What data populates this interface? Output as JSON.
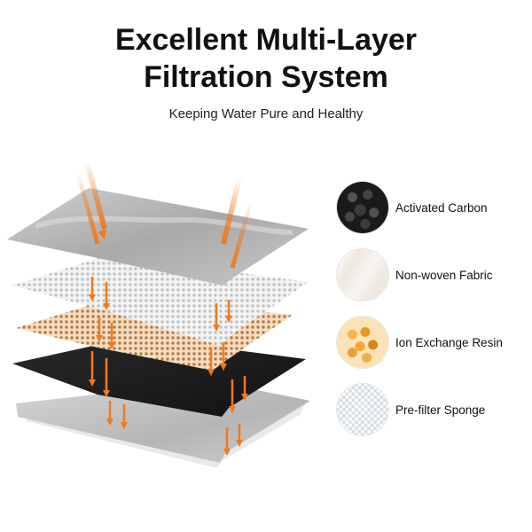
{
  "title": {
    "line1": "Excellent Multi-Layer",
    "line2": "Filtration System"
  },
  "subtitle": "Keeping Water Pure and Healthy",
  "colors": {
    "arrow": "#f07a1e",
    "layer_top": "#b9b9b9",
    "layer_mesh_white": "#e4e4e4",
    "layer_mesh_orange": "#e9b27a",
    "layer_carbon": "#1c1c1c",
    "layer_bottom": "#c4c4c4"
  },
  "legend": [
    {
      "label": "Activated Carbon",
      "icon": "carbon-granules-icon"
    },
    {
      "label": "Non-woven Fabric",
      "icon": "fabric-icon"
    },
    {
      "label": "Ion Exchange Resin",
      "icon": "resin-beads-icon"
    },
    {
      "label": "Pre-filter Sponge",
      "icon": "sponge-icon"
    }
  ]
}
